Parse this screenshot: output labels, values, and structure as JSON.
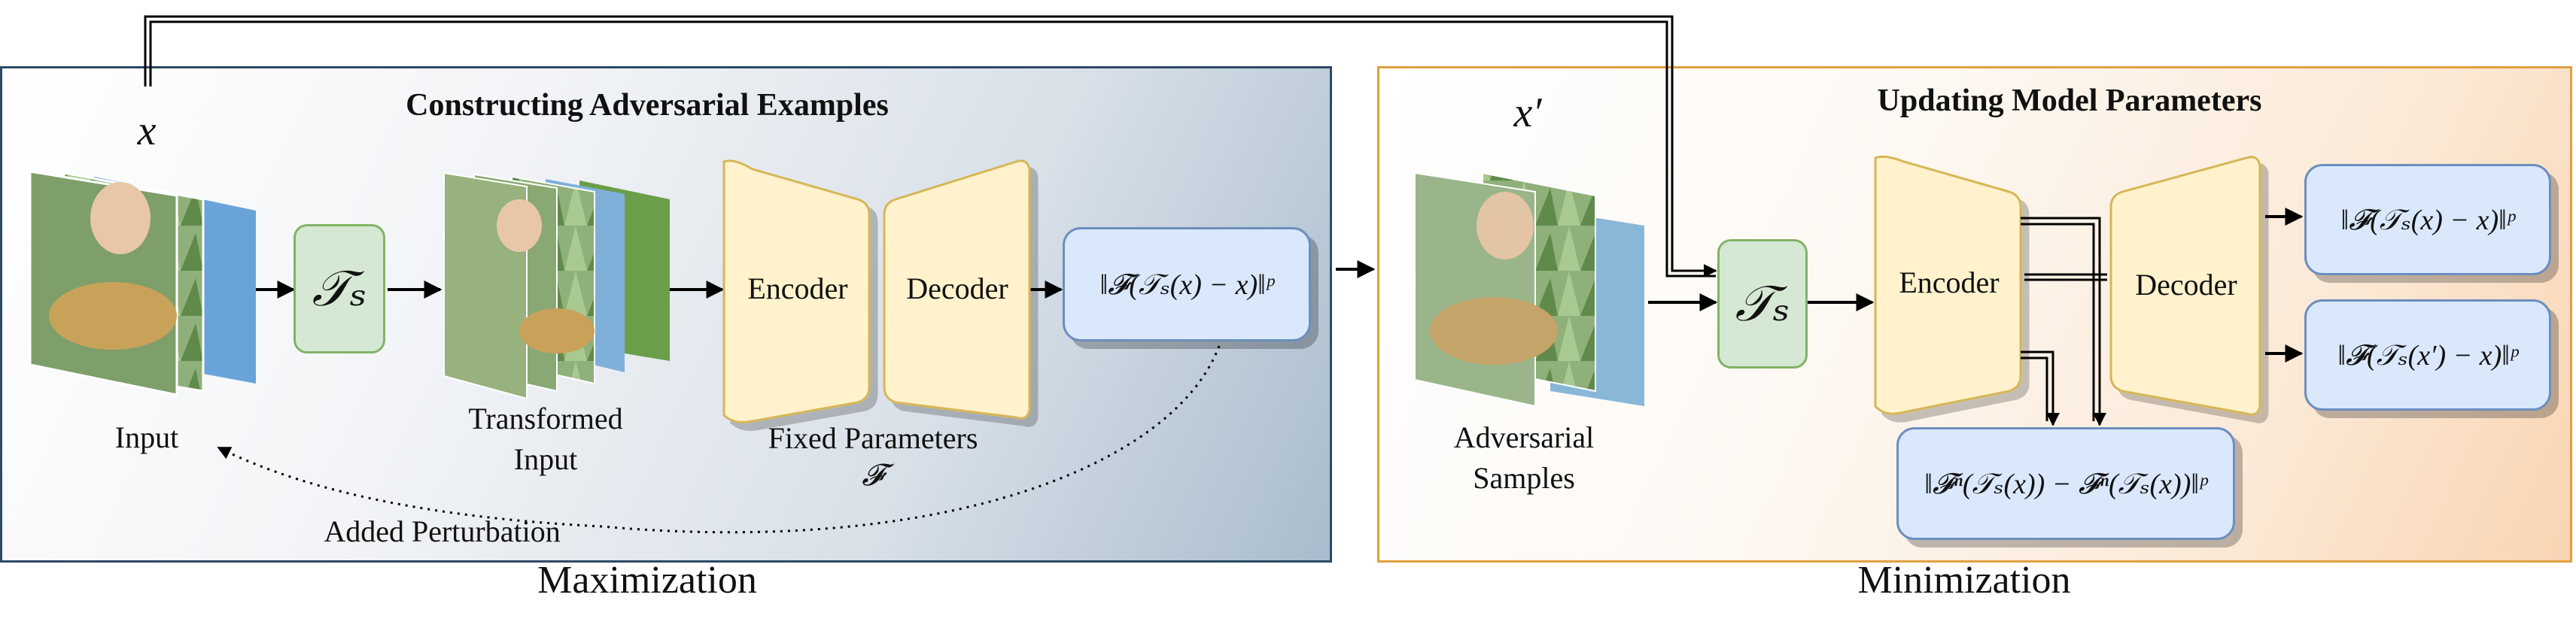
{
  "panels": {
    "left": {
      "title": "Constructing Adversarial Examples",
      "caption": "Maximization"
    },
    "right": {
      "title": "Updating Model Parameters",
      "caption": "Minimization"
    }
  },
  "left": {
    "input_var": "x",
    "input_label": "Input",
    "transform": "𝒯ₛ",
    "transformed_label": "Transformed\nInput",
    "encoder": "Encoder",
    "decoder": "Decoder",
    "fixed_params": "Fixed Parameters",
    "fixed_params_symbol": "𝓕",
    "loss": "‖𝓕(𝒯ₛ(x) − x)‖ᵖ",
    "perturbation": "Added Perturbation"
  },
  "right": {
    "adv_var": "x′",
    "adv_label": "Adversarial\nSamples",
    "transform": "𝒯ₛ",
    "encoder": "Encoder",
    "decoder": "Decoder",
    "loss_top": "‖𝓕(𝒯ₛ(x) − x)‖ᵖ",
    "loss_mid": "‖𝓕(𝒯ₛ(x′) − x)‖ᵖ",
    "loss_bottom": "‖𝓕ⁿ(𝒯ₛ(x)) − 𝓕ⁿ(𝒯ₛ(x))‖ᵖ"
  },
  "colors": {
    "encoder_fill": "#fff2cc",
    "encoder_stroke": "#d6b656",
    "green_fill": "#d5e8d4",
    "blue_fill": "#dae8fc"
  }
}
